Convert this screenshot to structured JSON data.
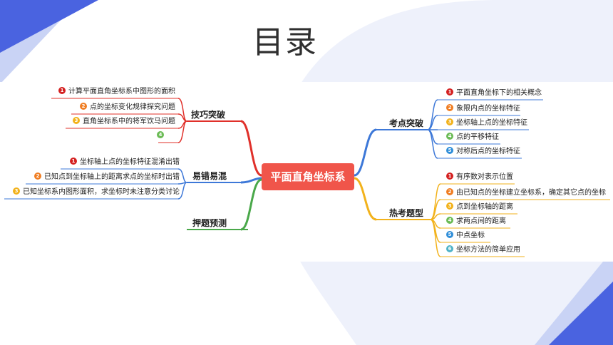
{
  "slide": {
    "title": "目录",
    "center_node": "平面直角坐标系",
    "left_branches": [
      {
        "label": "技巧突破",
        "items": [
          {
            "num": "1",
            "text": "计算平面直角坐标系中图形的面积"
          },
          {
            "num": "2",
            "text": "点的坐标变化规律探究问题"
          },
          {
            "num": "3",
            "text": "直角坐标系中的将军饮马问题"
          },
          {
            "num": "4",
            "text": ""
          }
        ]
      },
      {
        "label": "易错易混",
        "items": [
          {
            "num": "1",
            "text": "坐标轴上点的坐标特征混淆出错"
          },
          {
            "num": "2",
            "text": "已知点到坐标轴上的距离求点的坐标时出错"
          },
          {
            "num": "3",
            "text": "已知坐标系内图形面积，求坐标时未注意分类讨论"
          }
        ]
      },
      {
        "label": "押题预测",
        "items": []
      }
    ],
    "right_branches": [
      {
        "label": "考点突破",
        "items": [
          {
            "num": "1",
            "text": "平面直角坐标下的相关概念"
          },
          {
            "num": "2",
            "text": "象限内点的坐标特征"
          },
          {
            "num": "3",
            "text": "坐标轴上点的坐标特征"
          },
          {
            "num": "4",
            "text": "点的平移特征"
          },
          {
            "num": "5",
            "text": "对称后点的坐标特征"
          }
        ]
      },
      {
        "label": "热考题型",
        "items": [
          {
            "num": "1",
            "text": "有序数对表示位置"
          },
          {
            "num": "2",
            "text": "由已知点的坐标建立坐标系，确定其它点的坐标"
          },
          {
            "num": "3",
            "text": "点到坐标轴的距离"
          },
          {
            "num": "4",
            "text": "求两点间的距离"
          },
          {
            "num": "5",
            "text": "中点坐标"
          },
          {
            "num": "6",
            "text": "坐标方法的简单应用"
          }
        ]
      }
    ],
    "colors": {
      "root": "#f0554a",
      "branch_skill": "#e0302a",
      "branch_error": "#3d78d8",
      "branch_predict": "#4aa84a",
      "branch_exam": "#3d78d8",
      "branch_hot": "#f2b21b",
      "accent_blue": "#4a63e0",
      "soft_blue": "#e8ecfa"
    }
  }
}
